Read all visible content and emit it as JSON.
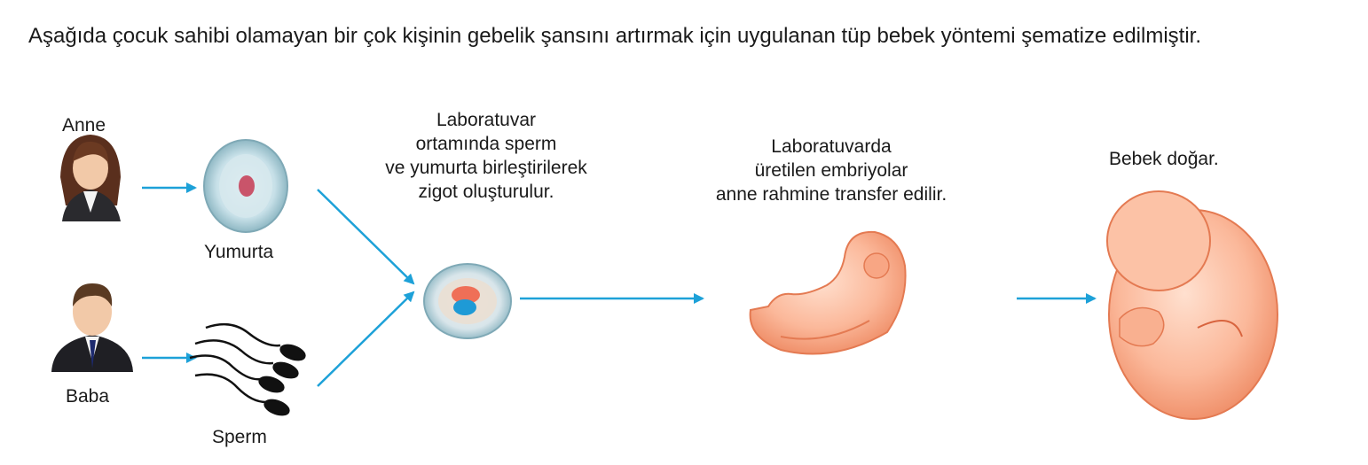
{
  "question": {
    "text": "Aşağıda çocuk sahibi olamayan bir çok kişinin gebelik şansını artırmak için uygulanan tüp bebek yöntemi şematize edilmiştir."
  },
  "labels": {
    "anne": "Anne",
    "baba": "Baba",
    "yumurta": "Yumurta",
    "sperm": "Sperm",
    "step1": [
      "Laboratuvar",
      "ortamında sperm",
      "ve yumurta birleştirilerek",
      "zigot oluşturulur."
    ],
    "step2": [
      "Laboratuvarda",
      "üretilen embriyolar",
      "anne rahmine transfer edilir."
    ],
    "step3": "Bebek doğar."
  },
  "colors": {
    "arrow": "#1da1d8",
    "text": "#1a1a1a",
    "embryo": "#f7a07a",
    "egg": "#b9d9e3"
  }
}
